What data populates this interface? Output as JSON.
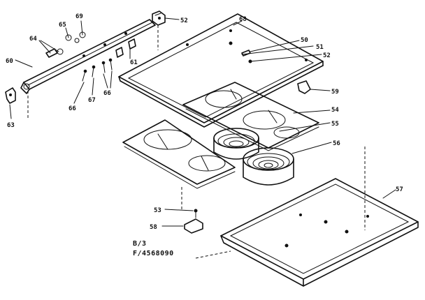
{
  "caption": {
    "line1": "B/3",
    "line2": "F/4568090"
  },
  "callouts": [
    {
      "id": "c52a",
      "text": "52"
    },
    {
      "id": "c68",
      "text": "68"
    },
    {
      "id": "c50",
      "text": "50"
    },
    {
      "id": "c51",
      "text": "51"
    },
    {
      "id": "c52b",
      "text": "52"
    },
    {
      "id": "c69",
      "text": "69"
    },
    {
      "id": "c65",
      "text": "65"
    },
    {
      "id": "c64",
      "text": "64"
    },
    {
      "id": "c60",
      "text": "60"
    },
    {
      "id": "c61",
      "text": "61"
    },
    {
      "id": "c66a",
      "text": "66"
    },
    {
      "id": "c67",
      "text": "67"
    },
    {
      "id": "c66b",
      "text": "66"
    },
    {
      "id": "c59",
      "text": "59"
    },
    {
      "id": "c54",
      "text": "54"
    },
    {
      "id": "c55",
      "text": "55"
    },
    {
      "id": "c63",
      "text": "63"
    },
    {
      "id": "c56",
      "text": "56"
    },
    {
      "id": "c57",
      "text": "57"
    },
    {
      "id": "c53",
      "text": "53"
    },
    {
      "id": "c58",
      "text": "58"
    }
  ]
}
